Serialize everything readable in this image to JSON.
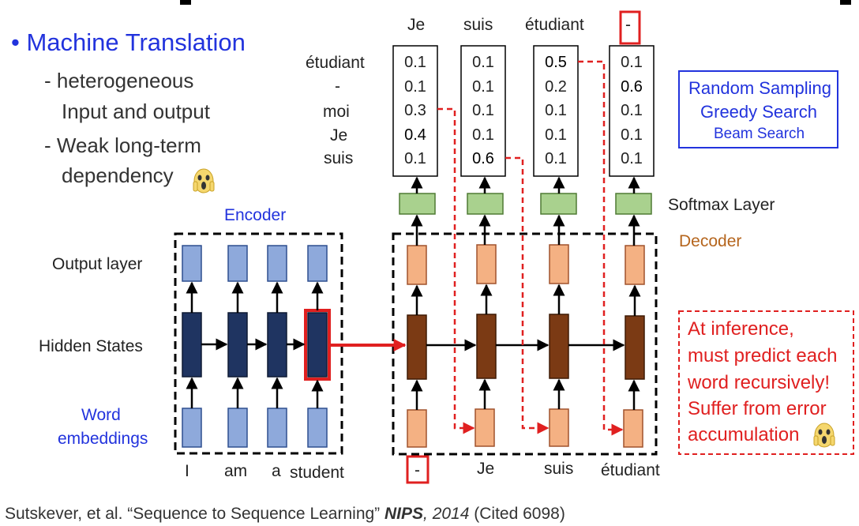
{
  "bullets": {
    "main": "• Machine Translation",
    "sub1_line1": "- heterogeneous",
    "sub1_line2": "Input and output",
    "sub2_line1": "- Weak long-term",
    "sub2_line2": "dependency"
  },
  "labels": {
    "encoder": "Encoder",
    "decoder": "Decoder",
    "output_layer": "Output layer",
    "hidden_states": "Hidden States",
    "word_emb_1": "Word",
    "word_emb_2": "embeddings",
    "softmax": "Softmax Layer"
  },
  "encoder_inputs": [
    "I",
    "am",
    "a",
    "student"
  ],
  "decoder_inputs": [
    "-",
    "Je",
    "suis",
    "étudiant"
  ],
  "decoder_outputs": [
    "Je",
    "suis",
    "étudiant",
    "-"
  ],
  "vocab": [
    "étudiant",
    "-",
    "moi",
    "Je",
    "suis"
  ],
  "probabilities": [
    [
      "0.1",
      "0.1",
      "0.3",
      "0.4",
      "0.1"
    ],
    [
      "0.1",
      "0.1",
      "0.1",
      "0.1",
      "0.6"
    ],
    [
      "0.5",
      "0.2",
      "0.1",
      "0.1",
      "0.1"
    ],
    [
      "0.1",
      "0.6",
      "0.1",
      "0.1",
      "0.1"
    ]
  ],
  "sampling": {
    "line1": "Random Sampling",
    "line2": "Greedy Search",
    "line3": "Beam Search"
  },
  "note": {
    "line1": "At inference,",
    "line2": "must predict each",
    "line3": "word recursively!",
    "line4": "Suffer from error",
    "line5": "accumulation"
  },
  "citation": {
    "authors": "Sutskever, et al.",
    "title": "“Sequence to Sequence Learning”",
    "venue": "NIPS",
    "year": ", 2014",
    "cited": " (Cited 6098)"
  },
  "colors": {
    "accent_blue": "#2233dd",
    "encoder_hidden": "#1f3461",
    "decoder_hidden": "#7b3a14",
    "embedding_blue": "#8ea9db",
    "decoder_light": "#f4b183",
    "softmax_green": "#a9d18e",
    "highlight_red": "#e02020"
  }
}
